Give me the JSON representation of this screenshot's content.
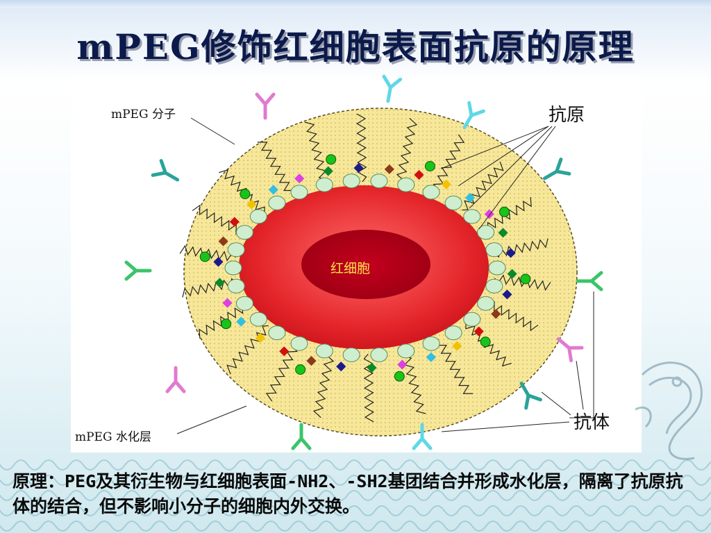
{
  "slide": {
    "title": "mPEG修饰红细胞表面抗原的原理",
    "labels": {
      "mpeg_molecule": "mPEG 分子",
      "antigen": "抗原",
      "red_cell": "红细胞",
      "antibody": "抗体",
      "hydration_layer": "mPEG 水化层"
    },
    "principle": "原理：PEG及其衍生物与红细胞表面-NH2、-SH2基团结合并形成水化层，隔离了抗原抗体的结合，但不影响小分子的细胞内外交换。"
  },
  "colors": {
    "hydration_layer": "#f6e79a",
    "red_cell": "#ec2a2a",
    "nucleus": "#b4001a",
    "antibody_pink": "#e07ad0",
    "antibody_cyan": "#5fd8e6",
    "antibody_teal": "#2aa39a",
    "antibody_green": "#3cc46a"
  }
}
